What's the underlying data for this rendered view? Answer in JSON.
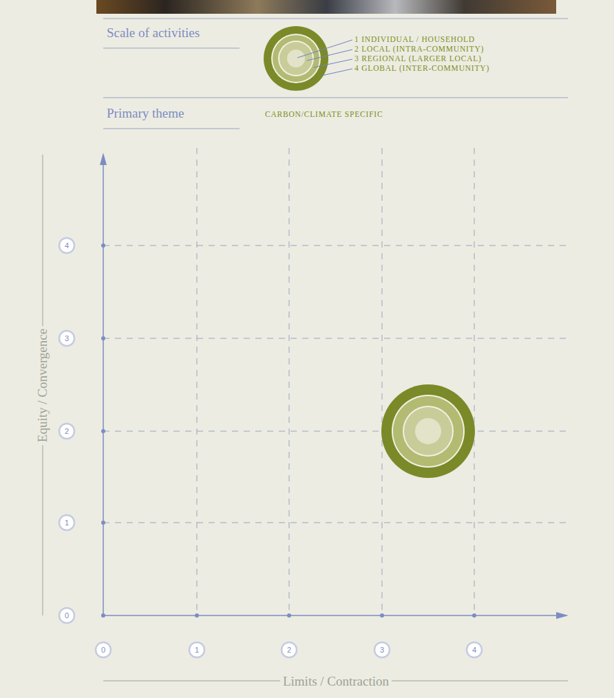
{
  "diagram": {
    "labels": [
      "Scale of activities",
      "Primary theme",
      "CARBON/CLIMATE SPECIFIC",
      "Equity / Convergence",
      "4",
      "3",
      "2",
      "1",
      "0",
      "0",
      "1",
      "2",
      "3",
      "4",
      "Limits / Contraction"
    ],
    "legend": [
      {
        "text": "1 INDIVIDUAL / HOUSEHOLD"
      },
      {
        "text": "2 LOCAL (INTRA-COMMUNITY)"
      },
      {
        "text": "3 REGIONAL (LARGER LOCAL)"
      },
      {
        "text": "4 GLOBAL (INTER-COMMUNITY)"
      }
    ]
  }
}
